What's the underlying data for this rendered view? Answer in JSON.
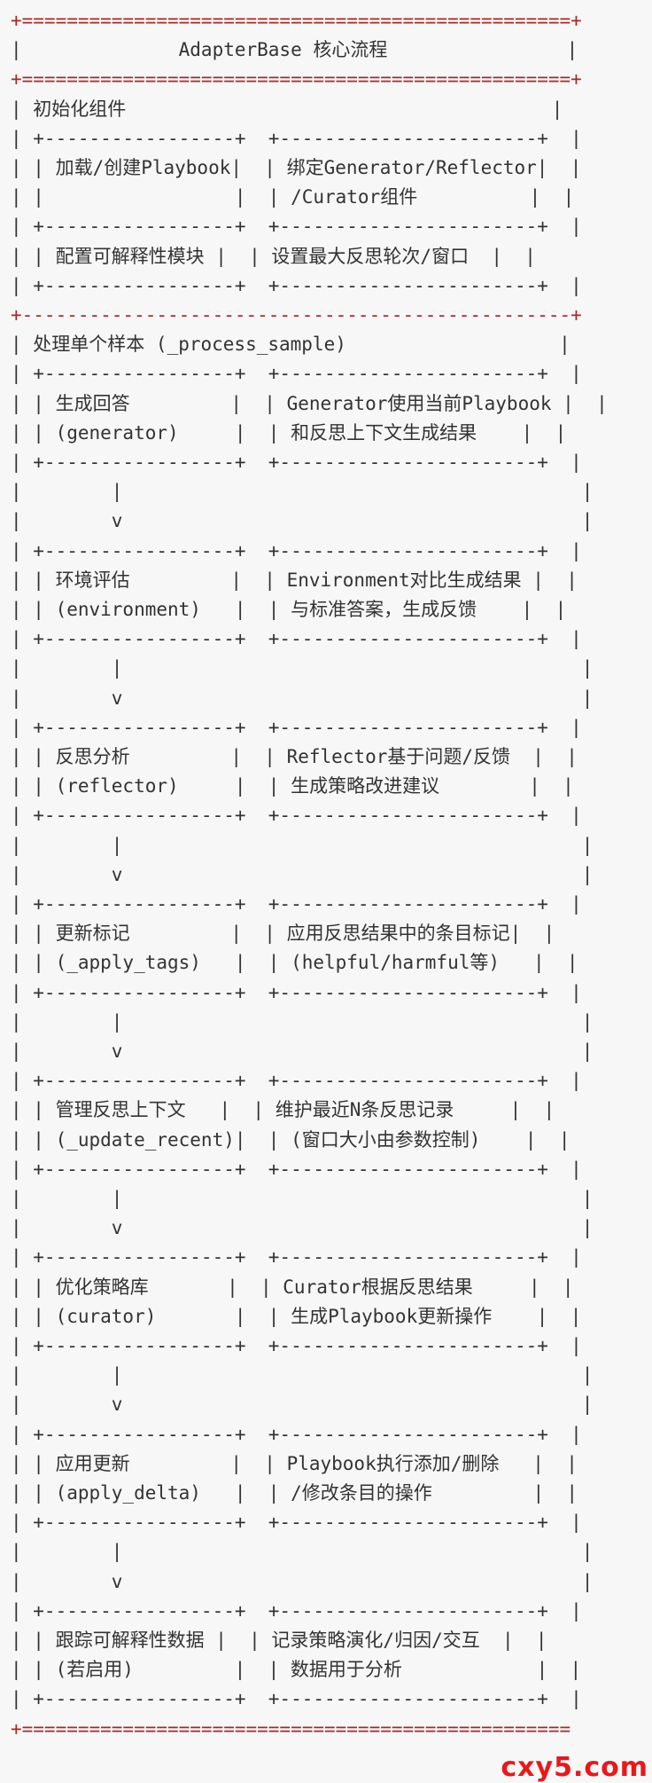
{
  "diagram": {
    "lines": [
      "+=================================================+",
      "|              AdapterBase 核心流程                |",
      "+=================================================+",
      "| 初始化组件                                      |",
      "| +-----------------+  +-----------------------+  |",
      "| | 加载/创建Playbook|  | 绑定Generator/Reflector|  |",
      "| |                 |  | /Curator组件          |  |",
      "| +-----------------+  +-----------------------+  |",
      "| | 配置可解释性模块 |  | 设置最大反思轮次/窗口  |  |",
      "| +-----------------+  +-----------------------+  |",
      "+-------------------------------------------------+",
      "| 处理单个样本 (_process_sample)                   |",
      "| +-----------------+  +-----------------------+  |",
      "| | 生成回答         |  | Generator使用当前Playbook |  |",
      "| | (generator)     |  | 和反思上下文生成结果    |  |",
      "| +-----------------+  +-----------------------+  |",
      "|        |                                         |",
      "|        v                                         |",
      "| +-----------------+  +-----------------------+  |",
      "| | 环境评估         |  | Environment对比生成结果 |  |",
      "| | (environment)   |  | 与标准答案，生成反馈    |  |",
      "| +-----------------+  +-----------------------+  |",
      "|        |                                         |",
      "|        v                                         |",
      "| +-----------------+  +-----------------------+  |",
      "| | 反思分析         |  | Reflector基于问题/反馈  |  |",
      "| | (reflector)     |  | 生成策略改进建议        |  |",
      "| +-----------------+  +-----------------------+  |",
      "|        |                                         |",
      "|        v                                         |",
      "| +-----------------+  +-----------------------+  |",
      "| | 更新标记         |  | 应用反思结果中的条目标记|  |",
      "| | (_apply_tags)   |  | (helpful/harmful等)   |  |",
      "| +-----------------+  +-----------------------+  |",
      "|        |                                         |",
      "|        v                                         |",
      "| +-----------------+  +-----------------------+  |",
      "| | 管理反思上下文   |  | 维护最近N条反思记录     |  |",
      "| | (_update_recent)|  | (窗口大小由参数控制)    |  |",
      "| +-----------------+  +-----------------------+  |",
      "|        |                                         |",
      "|        v                                         |",
      "| +-----------------+  +-----------------------+  |",
      "| | 优化策略库       |  | Curator根据反思结果     |  |",
      "| | (curator)       |  | 生成Playbook更新操作    |  |",
      "| +-----------------+  +-----------------------+  |",
      "|        |                                         |",
      "|        v                                         |",
      "| +-----------------+  +-----------------------+  |",
      "| | 应用更新         |  | Playbook执行添加/删除   |  |",
      "| | (apply_delta)   |  | /修改条目的操作         |  |",
      "| +-----------------+  +-----------------------+  |",
      "|        |                                         |",
      "|        v                                         |",
      "| +-----------------+  +-----------------------+  |",
      "| | 跟踪可解释性数据 |  | 记录策略演化/归因/交互  |  |",
      "| | (若启用)         |  | 数据用于分析            |  |",
      "| +-----------------+  +-----------------------+  |",
      "+================================================="
    ]
  },
  "watermark": "cxy5.com"
}
